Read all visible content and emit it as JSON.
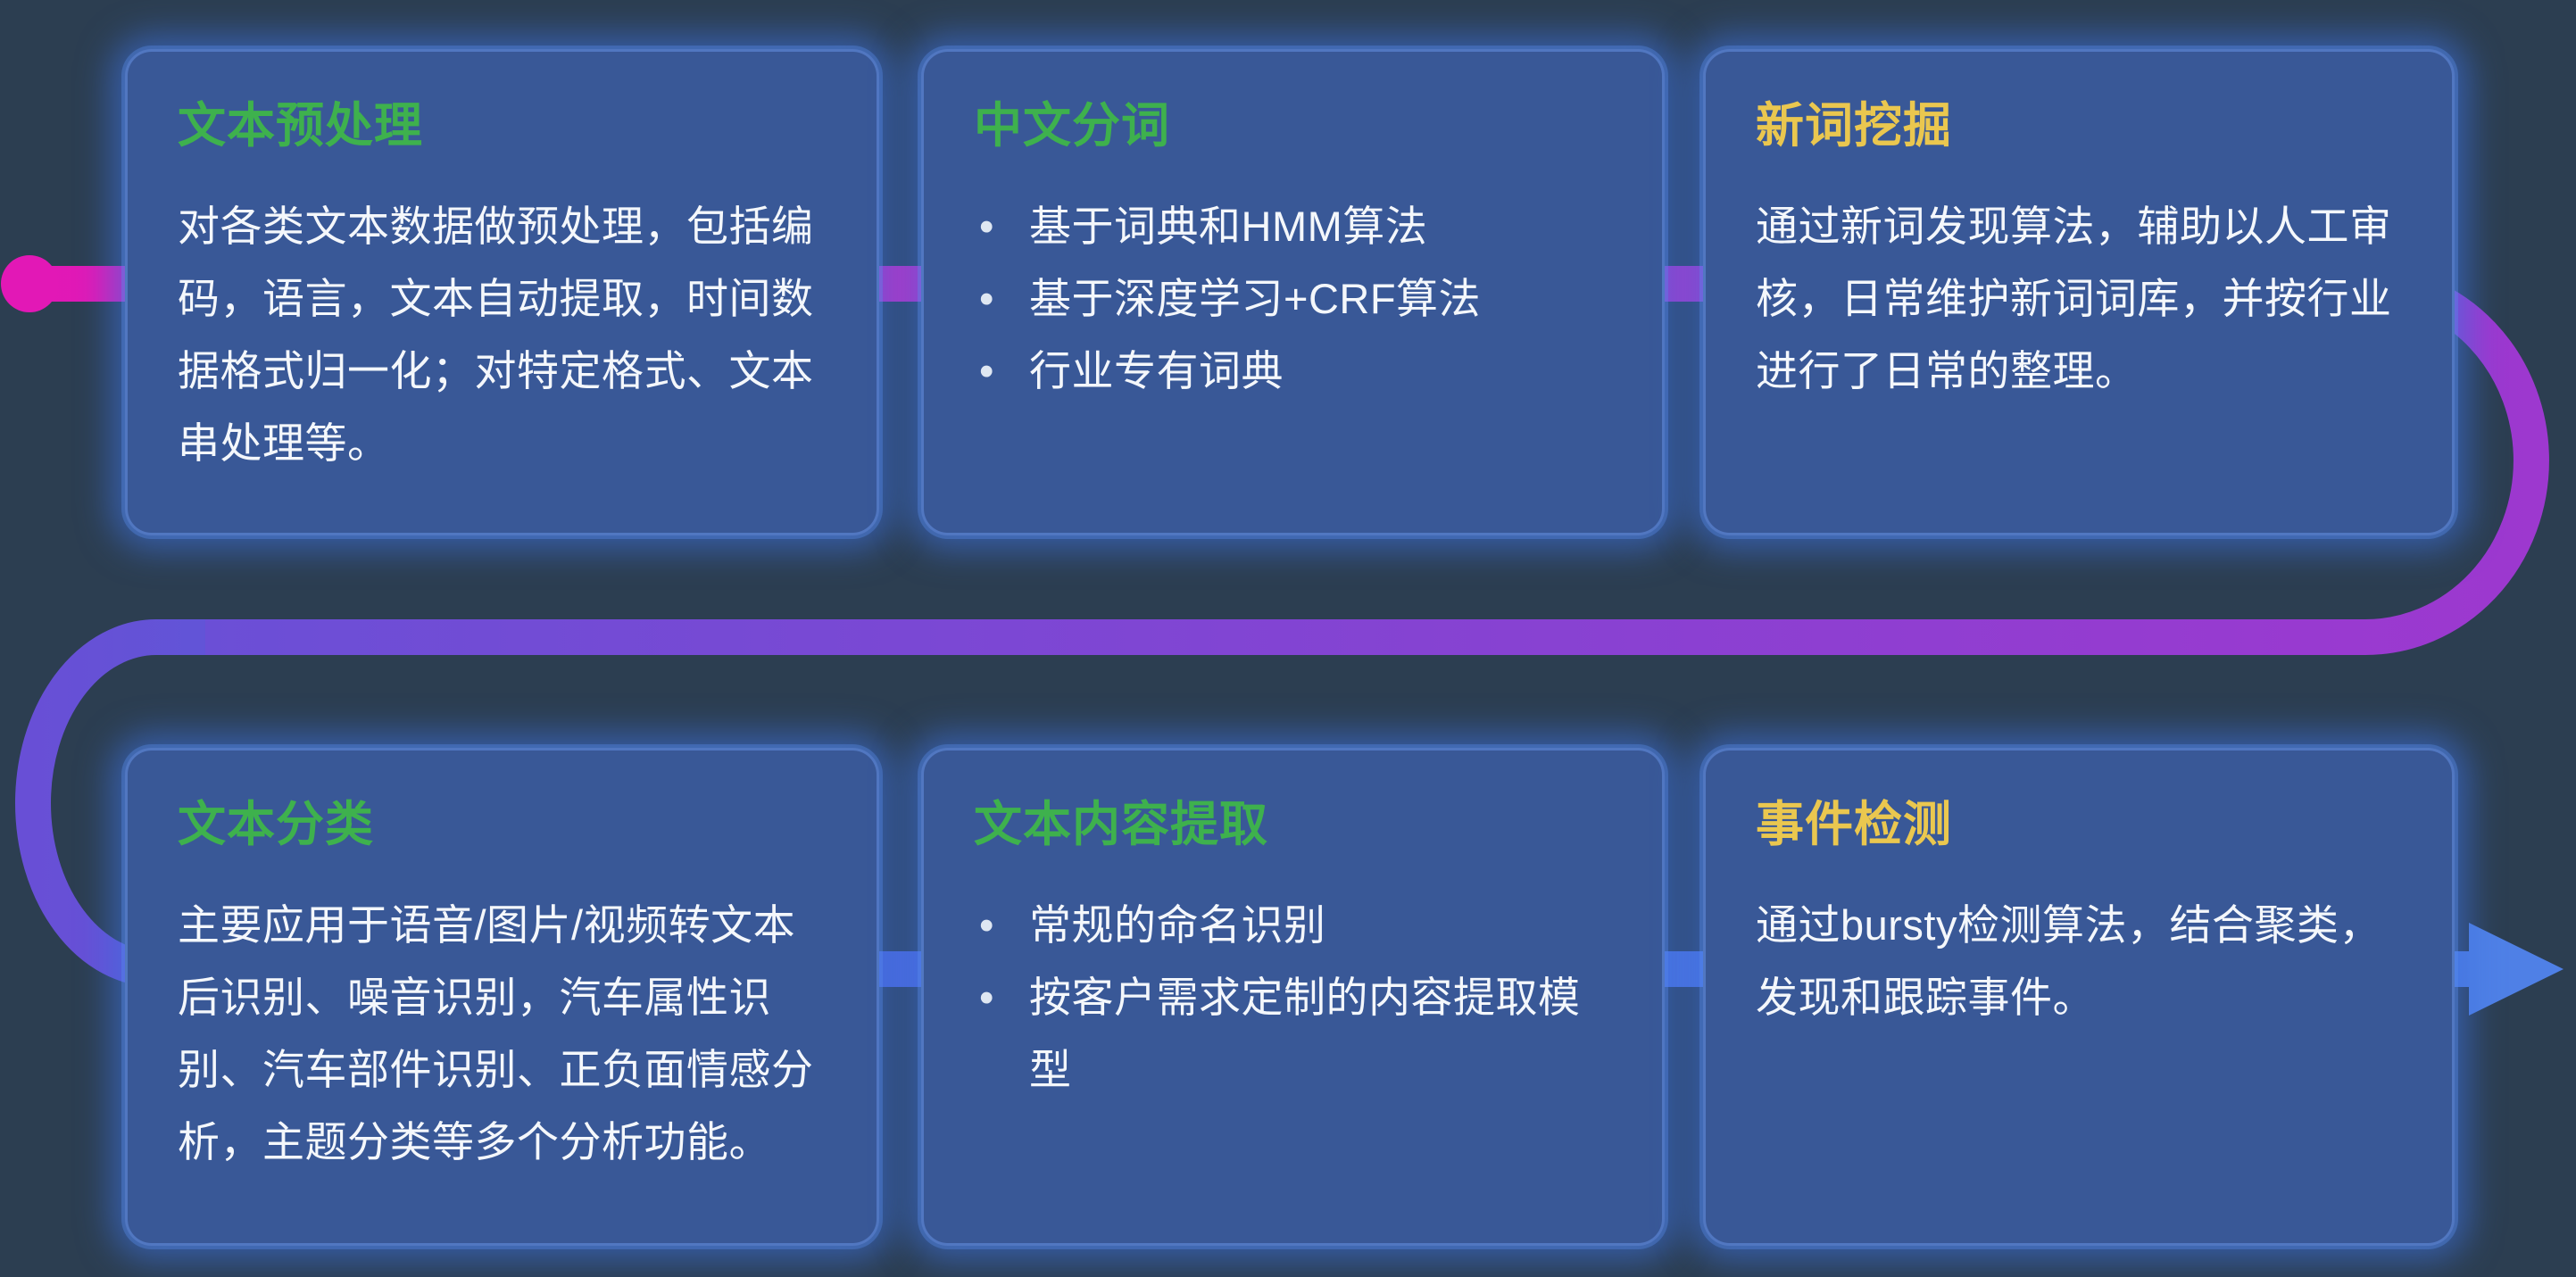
{
  "palette": {
    "background": "#2c3e51",
    "card_background": "#395897",
    "card_glow_blue": "#4f7fe0",
    "title_green": "#3eb14d",
    "title_yellow": "#eac74f",
    "body_text": "#f4f7fb",
    "flow_start_magenta": "#e218b6",
    "flow_mid_purple": "#9d38cf",
    "flow_end_blue": "#4f80e6"
  },
  "cards": [
    {
      "title": "文本预处理",
      "accent": "green",
      "body": "对各类文本数据做预处理，包括编码，语言，文本自动提取，时间数据格式归一化；对特定格式、文本串处理等。"
    },
    {
      "title": "中文分词",
      "accent": "green",
      "bullets": [
        "基于词典和HMM算法",
        "基于深度学习+CRF算法",
        "行业专有词典"
      ]
    },
    {
      "title": "新词挖掘",
      "accent": "yellow",
      "body": "通过新词发现算法，辅助以人工审核，日常维护新词词库，并按行业进行了日常的整理。"
    },
    {
      "title": "文本分类",
      "accent": "green",
      "body": "主要应用于语音/图片/视频转文本后识别、噪音识别，汽车属性识别、汽车部件识别、正负面情感分析，主题分类等多个分析功能。"
    },
    {
      "title": "文本内容提取",
      "accent": "green",
      "bullets": [
        "常规的命名识别",
        "按客户需求定制的内容提取模型"
      ]
    },
    {
      "title": "事件检测",
      "accent": "yellow",
      "body": "通过bursty检测算法，结合聚类，发现和跟踪事件。"
    }
  ]
}
